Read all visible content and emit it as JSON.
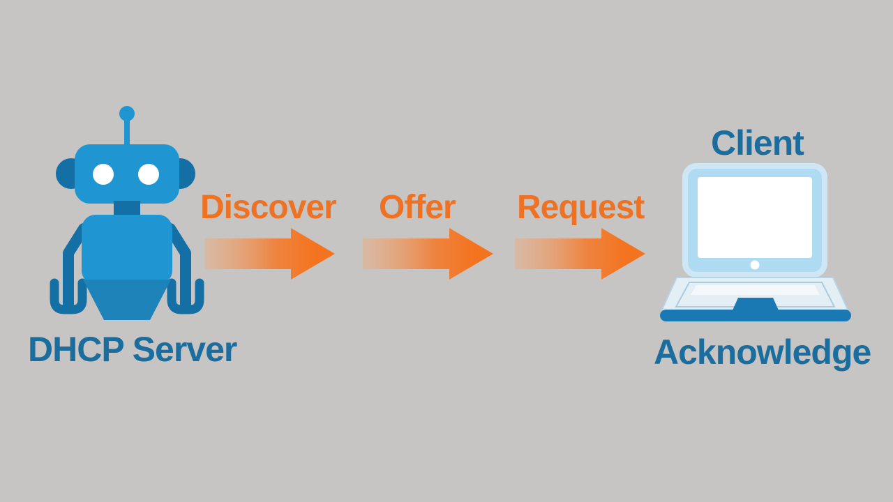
{
  "title": "DHCP DORA process diagram",
  "background_color": "#c6c5c3",
  "colors": {
    "arrow_orange": "#f4731f",
    "label_orange": "#ed7223",
    "label_blue": "#1a6d9d",
    "robot_blue": "#1f96d2",
    "robot_dark_blue": "#146fa4",
    "laptop_light_blue": "#aedaf2",
    "laptop_dark_blue": "#1a79b3"
  },
  "server": {
    "label": "DHCP Server",
    "icon": "robot-icon"
  },
  "client": {
    "label": "Client",
    "bottom_label": "Acknowledge",
    "icon": "laptop-icon"
  },
  "messages": [
    {
      "label": "Discover",
      "icon": "arrow-right-icon"
    },
    {
      "label": "Offer",
      "icon": "arrow-right-icon"
    },
    {
      "label": "Request",
      "icon": "arrow-right-icon"
    }
  ]
}
